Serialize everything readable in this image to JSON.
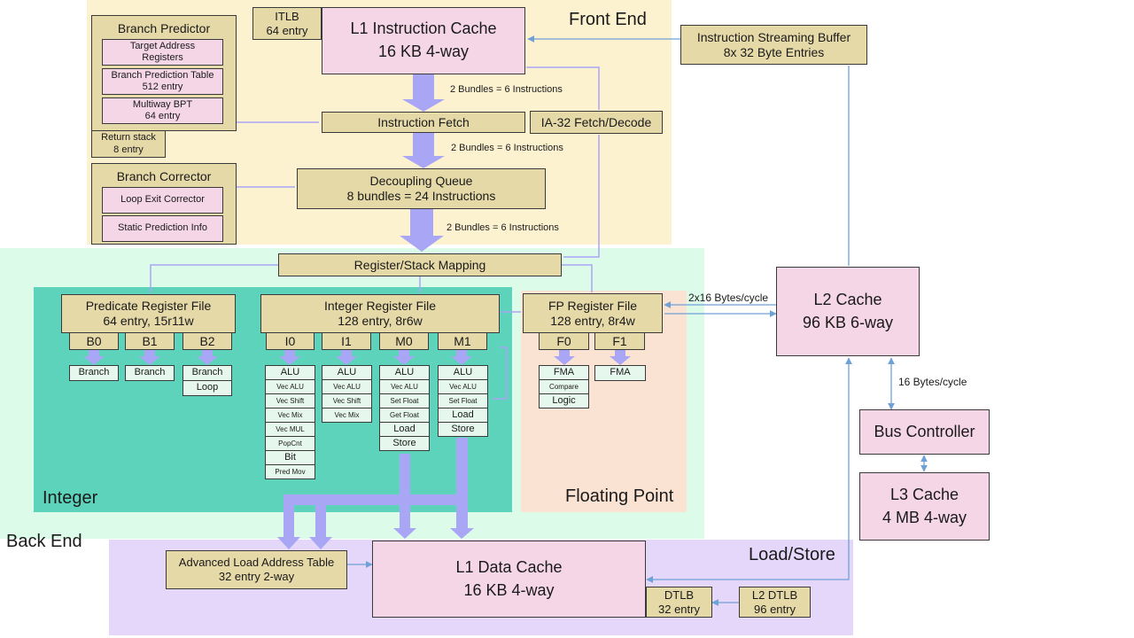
{
  "regions": {
    "front_end": "Front End",
    "back_end": "Back End",
    "integer": "Integer",
    "floating_point": "Floating Point",
    "load_store": "Load/Store"
  },
  "front_end": {
    "itlb": [
      "ITLB",
      "64 entry"
    ],
    "l1_icache": [
      "L1 Instruction Cache",
      "16 KB 4-way"
    ],
    "instruction_streaming_buffer": [
      "Instruction Streaming Buffer",
      "8x 32 Byte Entries"
    ],
    "branch_predictor": {
      "title": "Branch Predictor",
      "target_address_registers": [
        "Target Address",
        "Registers"
      ],
      "branch_prediction_table": [
        "Branch Prediction Table",
        "512 entry"
      ],
      "multiway_bpt": [
        "Multiway BPT",
        "64 entry"
      ],
      "return_stack": [
        "Return stack",
        "8 entry"
      ]
    },
    "instruction_fetch": "Instruction Fetch",
    "ia32_fetch_decode": "IA-32 Fetch/Decode",
    "branch_corrector": {
      "title": "Branch Corrector",
      "loop_exit_corrector": "Loop Exit Corrector",
      "static_prediction_info": "Static Prediction Info"
    },
    "decoupling_queue": [
      "Decoupling Queue",
      "8 bundles = 24 Instructions"
    ],
    "bundle_label_1": "2 Bundles = 6 Instructions",
    "bundle_label_2": "2 Bundles = 6 Instructions",
    "bundle_label_3": "2 Bundles = 6 Instructions"
  },
  "back_end": {
    "register_stack_mapping": "Register/Stack Mapping",
    "predicate_register_file": [
      "Predicate Register File",
      "64 entry, 15r11w"
    ],
    "integer_register_file": [
      "Integer Register File",
      "128 entry, 8r6w"
    ],
    "fp_register_file": [
      "FP Register File",
      "128 entry, 8r4w"
    ],
    "ports": {
      "b0": "B0",
      "b1": "B1",
      "b2": "B2",
      "i0": "I0",
      "i1": "I1",
      "m0": "M0",
      "m1": "M1",
      "f0": "F0",
      "f1": "F1"
    },
    "units": {
      "b0": [
        "Branch"
      ],
      "b1": [
        "Branch"
      ],
      "b2": [
        "Branch",
        "Loop"
      ],
      "i0": [
        "ALU",
        "Vec ALU",
        "Vec Shift",
        "Vec Mix",
        "Vec MUL",
        "PopCnt",
        "Bit",
        "Pred Mov"
      ],
      "i1": [
        "ALU",
        "Vec ALU",
        "Vec Shift",
        "Vec Mix"
      ],
      "m0": [
        "ALU",
        "Vec ALU",
        "Set Float",
        "Get Float",
        "Load",
        "Store"
      ],
      "m1": [
        "ALU",
        "Vec ALU",
        "Set Float",
        "Load",
        "Store"
      ],
      "f0": [
        "FMA",
        "Compare",
        "Logic"
      ],
      "f1": [
        "FMA"
      ]
    }
  },
  "memory": {
    "l2_cache": [
      "L2 Cache",
      "96 KB 6-way"
    ],
    "l2_bandwidth": "2x16 Bytes/cycle",
    "bus_bandwidth": "16 Bytes/cycle",
    "bus_controller": "Bus Controller",
    "l3_cache": [
      "L3 Cache",
      "4 MB 4-way"
    ],
    "advanced_load_address_table": [
      "Advanced Load Address Table",
      "32 entry 2-way"
    ],
    "l1_dcache": [
      "L1 Data Cache",
      "16 KB 4-way"
    ],
    "dtlb": [
      "DTLB",
      "32 entry"
    ],
    "l2_dtlb": [
      "L2 DTLB",
      "96 entry"
    ]
  },
  "colors": {
    "front_end_bg": "#fdf2d0",
    "back_end_bg": "#dcfbe9",
    "integer_bg": "#5dd3bb",
    "fp_bg": "#fbe3d3",
    "load_store_bg": "#e4d7fa",
    "tan_box": "#e6d9a8",
    "pink_box": "#f5d6e6",
    "unit_box": "#e6f7ee",
    "arrow": "#aaa6f6",
    "wire": "#6fa0d6"
  }
}
